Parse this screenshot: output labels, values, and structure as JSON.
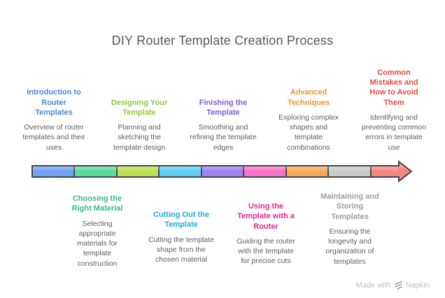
{
  "title": "DIY Router Template Creation Process",
  "arrow": {
    "border_color": "#44444E"
  },
  "steps": [
    {
      "position": "top",
      "title": "Introduction to\nRouter\nTemplates",
      "description": "Overview of router\ntemplates and their\nuses",
      "title_color": "#4584E4",
      "segment_color": "#72A2F6"
    },
    {
      "position": "bottom",
      "title": "Choosing the\nRight Material",
      "description": "Selecting\nappropriate\nmaterials for\ntemplate\nconstruction",
      "title_color": "#2FBE7B",
      "segment_color": "#57DC9C"
    },
    {
      "position": "top",
      "title": "Designing Your\nTemplate",
      "description": "Planning and\nsketching the\ntemplate design",
      "title_color": "#8FC63E",
      "segment_color": "#BCE250"
    },
    {
      "position": "bottom",
      "title": "Cutting Out the\nTemplate",
      "description": "Cutting the template\nshape from the\nchosen material",
      "title_color": "#21AAD9",
      "segment_color": "#5ACEF5"
    },
    {
      "position": "top",
      "title": "Finishing the\nTemplate",
      "description": "Smoothing and\nrefining the template\nedges",
      "title_color": "#7C5BD9",
      "segment_color": "#9E81F2"
    },
    {
      "position": "bottom",
      "title": "Using the\nTemplate with a\nRouter",
      "description": "Guiding the router\nwith the template\nfor precise cuts",
      "title_color": "#E02591",
      "segment_color": "#F971C9"
    },
    {
      "position": "top",
      "title": "Advanced\nTechniques",
      "description": "Exploring complex\nshapes and\ntemplate\ncombinations",
      "title_color": "#EE9235",
      "segment_color": "#F8A855"
    },
    {
      "position": "bottom",
      "title": "Maintaining and\nStoring\nTemplates",
      "description": "Ensuring the\nlongevity and\norganization of\ntemplates",
      "title_color": "#9C9CA0",
      "segment_color": "#C9C9C9"
    },
    {
      "position": "top",
      "title": "Common\nMistakes and\nHow to Avoid\nThem",
      "description": "Identifying and\npreventing common\nerrors in template\nuse",
      "title_color": "#DD4A42",
      "segment_color": "#F7867D"
    }
  ],
  "watermark": {
    "prefix": "Made with",
    "brand": "Napkin"
  }
}
